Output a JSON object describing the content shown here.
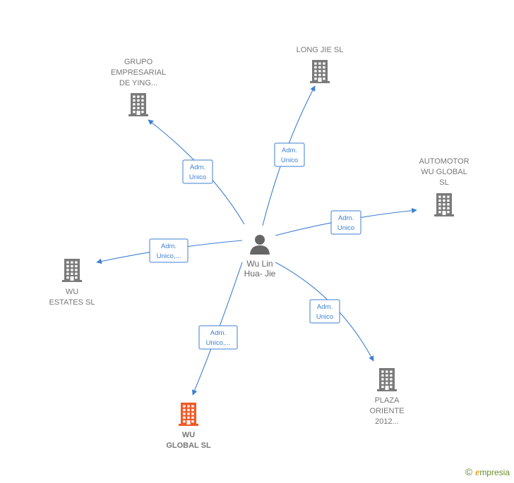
{
  "center": {
    "name_lines": [
      "Wu Lin",
      "Hua- Jie"
    ],
    "icon": "person-icon",
    "color": "#666666"
  },
  "companies": [
    {
      "id": "grupo",
      "label_lines": [
        "GRUPO",
        "EMPRESARIAL",
        "DE YING..."
      ],
      "highlight": false
    },
    {
      "id": "longjie",
      "label_lines": [
        "LONG JIE SL"
      ],
      "highlight": false
    },
    {
      "id": "automotor",
      "label_lines": [
        "AUTOMOTOR",
        "WU GLOBAL",
        "SL"
      ],
      "highlight": false
    },
    {
      "id": "estates",
      "label_lines": [
        "WU",
        "ESTATES  SL"
      ],
      "highlight": false
    },
    {
      "id": "global",
      "label_lines": [
        "WU",
        "GLOBAL  SL"
      ],
      "highlight": true
    },
    {
      "id": "plaza",
      "label_lines": [
        "PLAZA",
        "ORIENTE",
        "2012..."
      ],
      "highlight": false
    }
  ],
  "edges": [
    {
      "to": "grupo",
      "label_lines": [
        "Adm.",
        "Unico"
      ]
    },
    {
      "to": "longjie",
      "label_lines": [
        "Adm.",
        "Unico"
      ]
    },
    {
      "to": "automotor",
      "label_lines": [
        "Adm.",
        "Unico"
      ]
    },
    {
      "to": "estates",
      "label_lines": [
        "Adm.",
        "Unico,..."
      ]
    },
    {
      "to": "global",
      "label_lines": [
        "Adm.",
        "Unico,..."
      ]
    },
    {
      "to": "plaza",
      "label_lines": [
        "Adm.",
        "Unico"
      ]
    }
  ],
  "colors": {
    "building": "#7a7a7a",
    "building_highlight": "#f05a28",
    "edge": "#3d7fd1"
  },
  "watermark": {
    "symbol": "©",
    "brand_initial": "e",
    "brand_rest": "mpresia"
  }
}
